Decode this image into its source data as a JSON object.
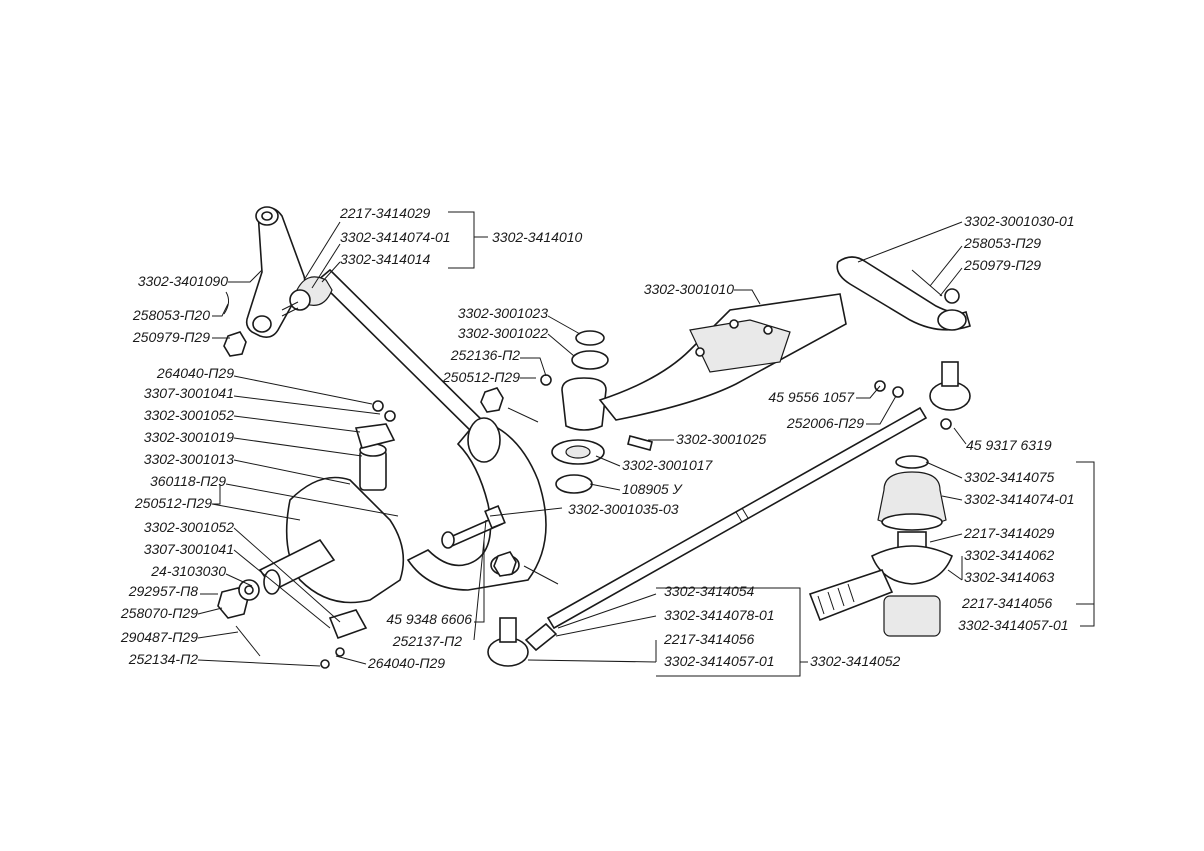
{
  "labels": {
    "l_2217_3414029_a": "2217-3414029",
    "l_3302_3414074_01_a": "3302-3414074-01",
    "l_3302_3414014": "3302-3414014",
    "l_3302_3414010": "3302-3414010",
    "l_3302_3401090": "3302-3401090",
    "l_258053_p20": "258053-П20",
    "l_250979_p29_a": "250979-П29",
    "l_264040_p29_a": "264040-П29",
    "l_3307_3001041_a": "3307-3001041",
    "l_3302_3001052_a": "3302-3001052",
    "l_3302_3001019": "3302-3001019",
    "l_3302_3001013": "3302-3001013",
    "l_360118_p29": "360118-П29",
    "l_250512_p29_a": "250512-П29",
    "l_3302_3001052_b": "3302-3001052",
    "l_3307_3001041_b": "3307-3001041",
    "l_24_3103030": "24-3103030",
    "l_292957_p8": "292957-П8",
    "l_258070_p29": "258070-П29",
    "l_290487_p29": "290487-П29",
    "l_252134_p2": "252134-П2",
    "l_3302_3001023": "3302-3001023",
    "l_3302_3001022": "3302-3001022",
    "l_252136_p2": "252136-П2",
    "l_250512_p29_b": "250512-П29",
    "l_3302_3001010": "3302-3001010",
    "l_3302_3001025": "3302-3001025",
    "l_3302_3001017": "3302-3001017",
    "l_108905_u": "108905 У",
    "l_3302_3001035_03": "3302-3001035-03",
    "l_45_9348_6606": "45 9348 6606",
    "l_252137_p2": "252137-П2",
    "l_264040_p29_b": "264040-П29",
    "l_3302_3001030_01": "3302-3001030-01",
    "l_258053_p29": "258053-П29",
    "l_250979_p29_b": "250979-П29",
    "l_45_9556_1057": "45 9556 1057",
    "l_252006_p29": "252006-П29",
    "l_45_9317_6319": "45 9317 6319",
    "l_3302_3414075": "3302-3414075",
    "l_3302_3414074_01_b": "3302-3414074-01",
    "l_2217_3414029_b": "2217-3414029",
    "l_3302_3414062": "3302-3414062",
    "l_3302_3414063": "3302-3414063",
    "l_2217_3414056_a": "2217-3414056",
    "l_3302_3414057_01_a": "3302-3414057-01",
    "l_3302_3414054": "3302-3414054",
    "l_3302_3414078_01": "3302-3414078-01",
    "l_2217_3414056_b": "2217-3414056",
    "l_3302_3414057_01_b": "3302-3414057-01",
    "l_3302_3414052": "3302-3414052"
  }
}
